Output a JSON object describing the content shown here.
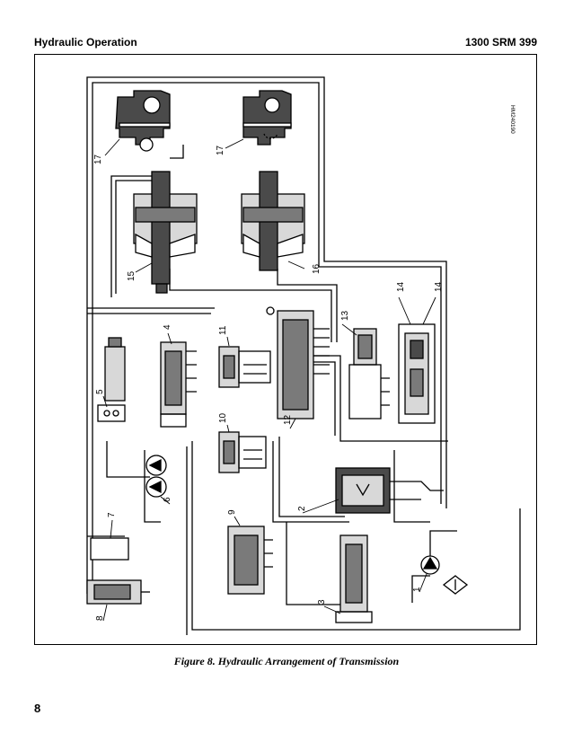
{
  "header": {
    "section": "Hydraulic Operation",
    "doc_id": "1300 SRM 399"
  },
  "figure": {
    "caption": "Figure 8. Hydraulic Arrangement of Transmission",
    "code": "HM240190",
    "callouts": [
      "1",
      "2",
      "3",
      "4",
      "5",
      "6",
      "7",
      "8",
      "9",
      "10",
      "11",
      "12",
      "13",
      "14",
      "14",
      "15",
      "16",
      "17",
      "17"
    ]
  },
  "footer": {
    "page_number": "8"
  },
  "colors": {
    "ink": "#000000",
    "fill_dark": "#4a4a4a",
    "fill_mid": "#7a7a7a",
    "fill_light": "#d8d8d8"
  }
}
